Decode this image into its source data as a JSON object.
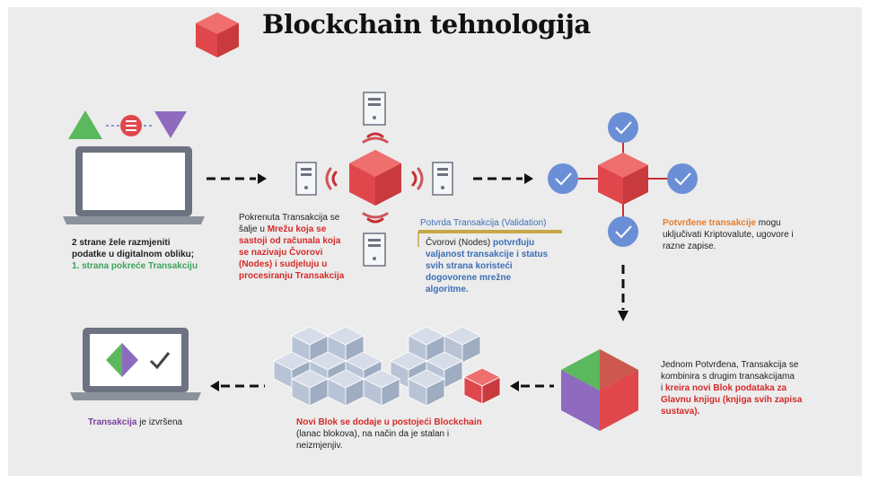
{
  "title": "Blockchain tehnologija",
  "step1": {
    "line1": "2 strane žele razmjeniti",
    "line2": "podatke u digitalnom obliku;",
    "line3": "1. strana pokreće Transakciju"
  },
  "step2": {
    "l1": "Pokrenuta Transakcija se",
    "l2a": "šalje u ",
    "l2b": "Mrežu koja se",
    "l3": "sastoji od računala koja",
    "l4": "se nazivaju Čvorovi",
    "l5": "(Nodes) i sudjeluju u",
    "l6": "procesiranju Transakcija"
  },
  "validation": {
    "label": "Potvrda Transakcija (Validation)",
    "l1a": "Čvorovi (Nodes) ",
    "l1b": "potvrđuju",
    "l2": "valjanost transakcije i status",
    "l3": "svih strana koristeći",
    "l4": "dogovorene mrežne",
    "l5": "algoritme."
  },
  "step4": {
    "l1a": "Potvrđene transakcije",
    "l1b": " mogu",
    "l2": "uključivati Kriptovalute, ugovore i",
    "l3": "razne zapise."
  },
  "step5": {
    "l1": "Jednom Potvrđena, Transakcija se",
    "l2": "kombinira s drugim transakcijama",
    "l3a": "i ",
    "l3b": "kreira novi Blok podataka za",
    "l4": "Glavnu knjigu (knjiga svih zapisa",
    "l5": "sustava)."
  },
  "step6": {
    "l1": "Novi Blok se dodaje u postojeći Blockchain",
    "l2": "(lanac blokova), na način da je stalan i",
    "l3": "neizmjenjiv."
  },
  "step7": {
    "a": "Transakcija",
    "b": " je izvršena"
  },
  "colors": {
    "red": "#e0474c",
    "green": "#5cb85c",
    "purple": "#8e6bbf",
    "blue": "#6b8fd6",
    "cube_gray": "#b8c4d6"
  }
}
